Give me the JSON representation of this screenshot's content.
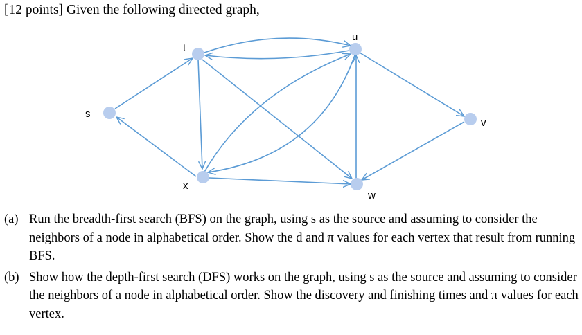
{
  "header": {
    "text": "[12 points] Given the following directed graph,"
  },
  "graph": {
    "node_color": "#b8cdee",
    "edge_color": "#5b9bd5",
    "nodes": [
      {
        "id": "s",
        "label": "s"
      },
      {
        "id": "t",
        "label": "t"
      },
      {
        "id": "u",
        "label": "u"
      },
      {
        "id": "v",
        "label": "v"
      },
      {
        "id": "w",
        "label": "w"
      },
      {
        "id": "x",
        "label": "x"
      }
    ],
    "edges": [
      {
        "from": "t",
        "to": "u"
      },
      {
        "from": "u",
        "to": "t"
      },
      {
        "from": "s",
        "to": "t"
      },
      {
        "from": "x",
        "to": "s"
      },
      {
        "from": "t",
        "to": "x"
      },
      {
        "from": "t",
        "to": "w"
      },
      {
        "from": "x",
        "to": "u"
      },
      {
        "from": "u",
        "to": "x"
      },
      {
        "from": "x",
        "to": "w"
      },
      {
        "from": "w",
        "to": "u"
      },
      {
        "from": "u",
        "to": "v"
      },
      {
        "from": "v",
        "to": "w"
      }
    ]
  },
  "parts": {
    "a": {
      "marker": "(a)",
      "text": "Run the breadth-first search (BFS) on the graph, using s as the source and assuming to consider the neighbors of a node in alphabetical order. Show the d and π values for each vertex that result from running BFS."
    },
    "b": {
      "marker": "(b)",
      "text": "Show how the depth-first search (DFS) works on the graph, using s as the source and assuming to consider the neighbors of a node in alphabetical order. Show the discovery and finishing times and π values for each vertex."
    }
  }
}
